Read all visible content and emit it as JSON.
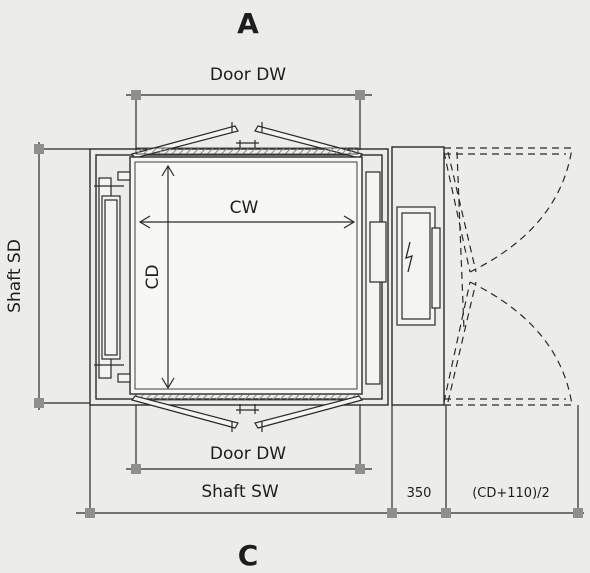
{
  "section_top": "A",
  "section_bottom": "C",
  "labels": {
    "door_dw_top": "Door DW",
    "door_dw_bottom": "Door DW",
    "shaft_sd": "Shaft SD",
    "cw": "CW",
    "cd": "CD",
    "shaft_sw": "Shaft SW",
    "dim_350": "350",
    "dim_formula": "(CD+110)/2"
  },
  "icons": [
    "lightning-icon"
  ],
  "colors": {
    "line": "#2a2a2a",
    "marker": "#8f8f8f",
    "hatch": "#9a9a9a",
    "background": "#ecedea"
  }
}
